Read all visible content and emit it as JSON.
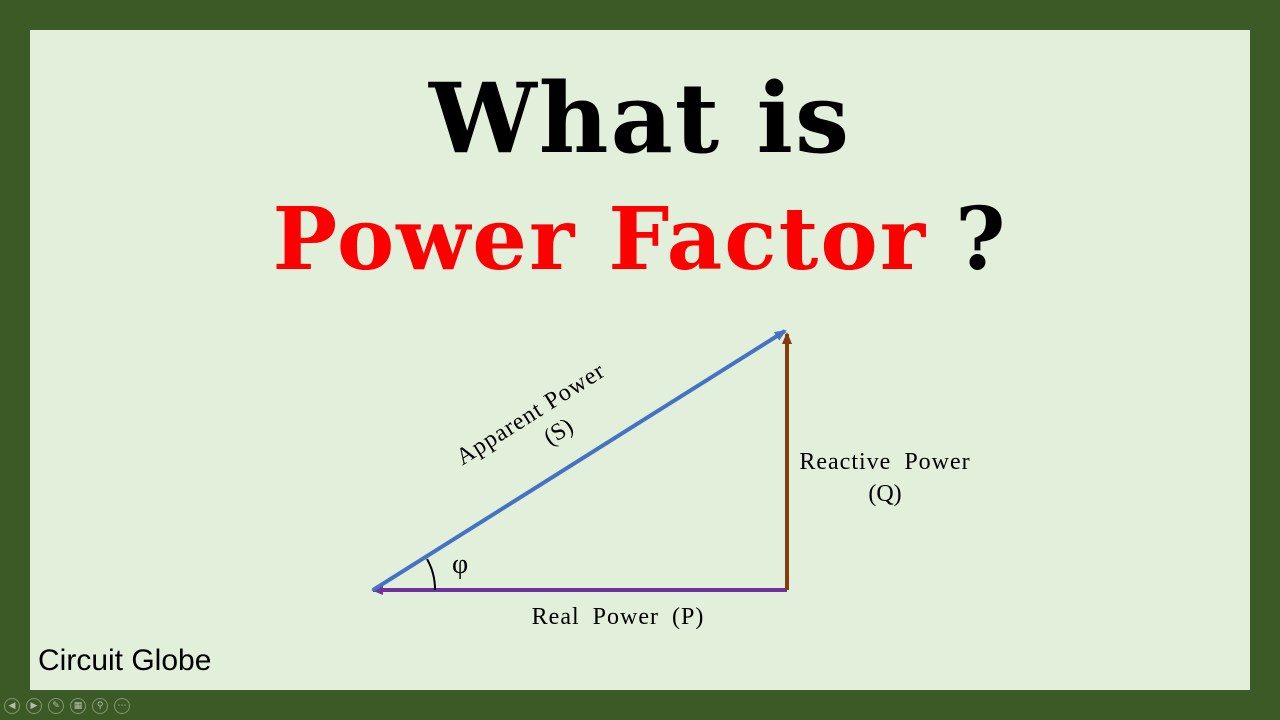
{
  "title": {
    "line1": "What is",
    "line2_highlight": "Power Factor",
    "line2_suffix": "?"
  },
  "diagram": {
    "apparent_label": "Apparent Power",
    "apparent_symbol": "(S)",
    "reactive_label": "Reactive Power",
    "reactive_symbol": "(Q)",
    "real_label": "Real Power (P)",
    "angle_symbol": "φ"
  },
  "brand": "Circuit Globe",
  "colors": {
    "outer_border": "#3b5a25",
    "slide_background": "#e2efda",
    "title_highlight": "#ff0000",
    "apparent_vector": "#4472c4",
    "reactive_vector": "#843c0c",
    "real_vector": "#7030a0"
  },
  "controls": {
    "icons": [
      "prev-icon",
      "next-icon",
      "pen-icon",
      "slides-icon",
      "zoom-icon",
      "more-icon"
    ]
  }
}
